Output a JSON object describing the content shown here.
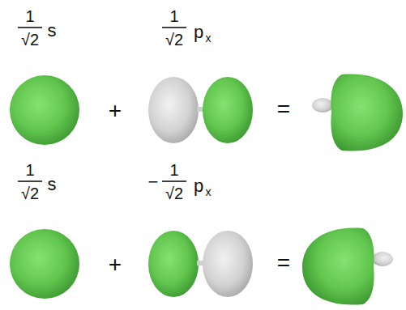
{
  "diagram": {
    "labels": [
      "1",
      "√2",
      "s",
      "1",
      "√2",
      "p",
      "x",
      "+",
      "=",
      "1",
      "√2",
      "s",
      "−",
      "1",
      "√2",
      "p",
      "x",
      "+",
      "="
    ]
  }
}
